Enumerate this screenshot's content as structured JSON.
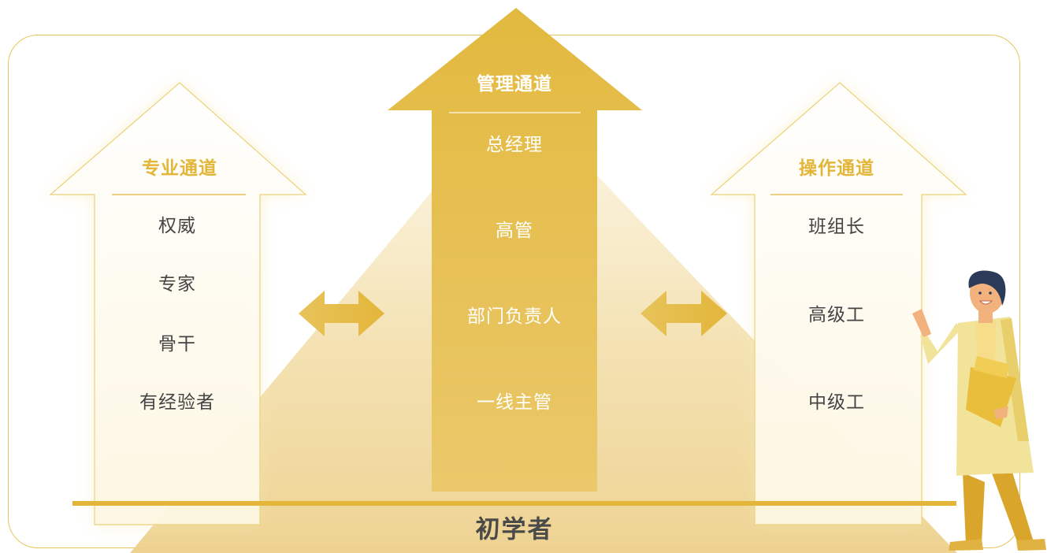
{
  "colors": {
    "gold": "#e3b63a",
    "gold_light": "#f3dea0",
    "frame": "#e6c65a",
    "text_dark": "#444444"
  },
  "base_label": "初学者",
  "channels": {
    "professional": {
      "title": "专业通道",
      "items": [
        "权威",
        "专家",
        "骨干",
        "有经验者"
      ]
    },
    "management": {
      "title": "管理通道",
      "items": [
        "总经理",
        "高管",
        "部门负责人",
        "一线主管"
      ]
    },
    "operation": {
      "title": "操作通道",
      "items": [
        "班组长",
        "高级工",
        "中级工"
      ]
    }
  },
  "icons": {
    "left_connector": "double-arrow-icon",
    "right_connector": "double-arrow-icon",
    "illustration": "presenter-person-illustration"
  }
}
